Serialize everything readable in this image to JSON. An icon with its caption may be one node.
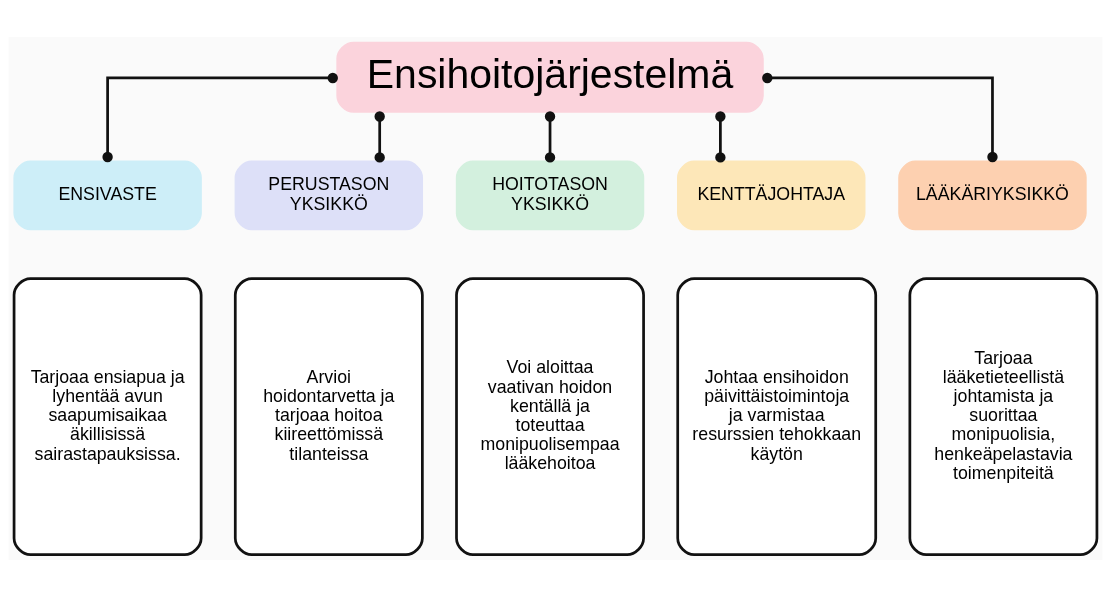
{
  "diagram": {
    "nodes": [
      {
        "text": [
          "Ensihoitojärjestelmä"
        ]
      },
      {
        "text": [
          "ENSIVASTE"
        ]
      },
      {
        "text": [
          "Tarjoaa ensiapua ja lyhentää avun saapumisaikaa äkillisissä sairastapauksissa."
        ]
      },
      {
        "text": [
          "PERUSTASON YKSIKKÖ"
        ]
      },
      {
        "text": [
          "Arvioi hoidontarvetta ja tarjoaa hoitoa kiireettömissä tilanteissa"
        ]
      },
      {
        "text": [
          "HOITOTASON YKSIKKÖ"
        ]
      },
      {
        "text": [
          "Voi aloittaa vaativan hoidon kentällä ja toteuttaa monipuolisempaa lääkehoitoa"
        ]
      },
      {
        "text": [
          "KENTTÄJOHTAJA"
        ]
      },
      {
        "text": [
          "Johtaa ensihoidon päivittäistoimintoja ja varmistaa resurssien tehokkaan käytön"
        ]
      },
      {
        "text": [
          "LÄÄKÄRIYKSIKKÖ"
        ]
      },
      {
        "text": [
          "Tarjoaa lääketieteellistä johtamista ja suorittaa monipuolisia, henkeäpelastavia toimenpiteitä"
        ]
      }
    ],
    "edges": [
      {
        "from": 0,
        "to": 1,
        "arrow": "other"
      },
      {
        "from": 0,
        "to": 3,
        "arrow": "other"
      },
      {
        "from": 0,
        "to": 5,
        "arrow": "other"
      },
      {
        "from": 0,
        "to": 7,
        "arrow": "other"
      },
      {
        "from": 0,
        "to": 9,
        "arrow": "other"
      }
    ]
  }
}
